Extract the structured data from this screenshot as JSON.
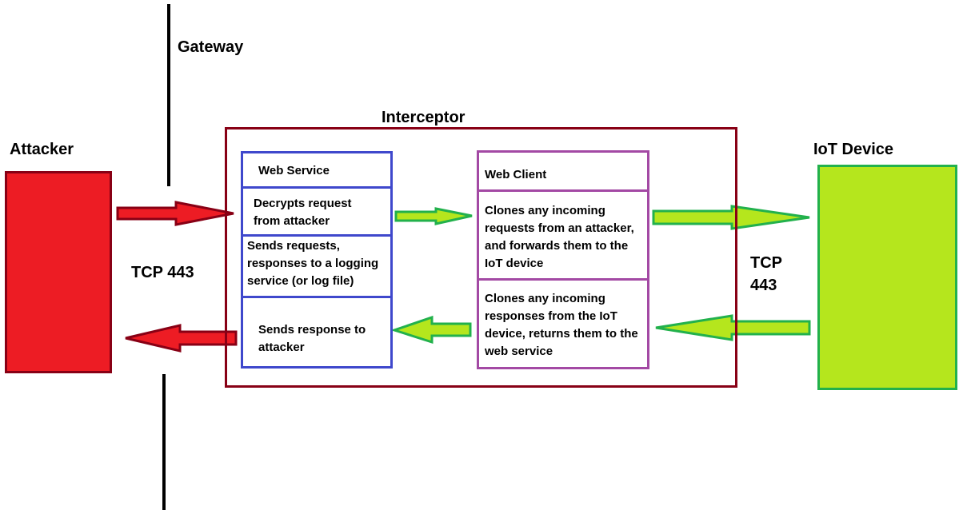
{
  "gateway": {
    "label": "Gateway"
  },
  "attacker": {
    "label": "Attacker",
    "color": "#ed1c24"
  },
  "iot": {
    "label": "IoT Device",
    "color": "#b5e61d"
  },
  "interceptor": {
    "label": "Interceptor",
    "color": "#880015"
  },
  "tcp_left": "TCP 443",
  "tcp_right_1": "TCP",
  "tcp_right_2": "443",
  "web_service": {
    "title": "Web Service",
    "decrypt": "Decrypts request from attacker",
    "logging": "Sends requests, responses to a logging service (or log file)",
    "respond": "Sends response to attacker",
    "color": "#3f48cc"
  },
  "web_client": {
    "title": "Web Client",
    "clone_req": "Clones any incoming requests from an attacker, and forwards them to the IoT device",
    "clone_resp": "Clones any incoming responses from the IoT device, returns them to the web service",
    "color": "#a349a4"
  },
  "arrow_colors": {
    "red": "#ed1c24",
    "red_dark": "#880015",
    "green": "#b5e61d",
    "green_dark": "#22b14c"
  }
}
